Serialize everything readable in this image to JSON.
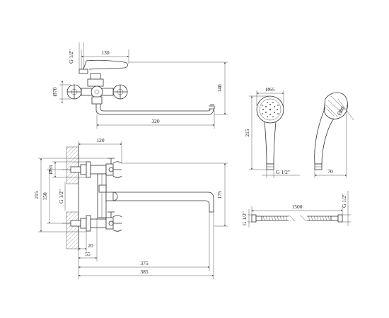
{
  "top_view": {
    "dim_width": "130",
    "dim_height": "140",
    "dim_spout": "320",
    "dim_diameter": "Ø70",
    "dim_thread": "G 1/2\""
  },
  "front_view": {
    "dim_top": "120",
    "dim_diameter": "Ø65",
    "dim_thread": "G 1/2\"",
    "dim_outer_height": "215",
    "dim_inner_height": "150",
    "dim_right_height": "175",
    "dim_offset_20": "20",
    "dim_offset_55": "55",
    "dim_length_375": "375",
    "dim_length_385": "385"
  },
  "shower_head": {
    "dim_diameter": "Ø65",
    "dim_height": "215",
    "dim_thread": "G 1/2\""
  },
  "shower_side": {
    "dim_diameter": "Ø80",
    "dim_width": "70"
  },
  "hose": {
    "dim_length": "1500",
    "dim_thread_left": "G 1/2\"",
    "dim_thread_right": "G 1/2\""
  }
}
